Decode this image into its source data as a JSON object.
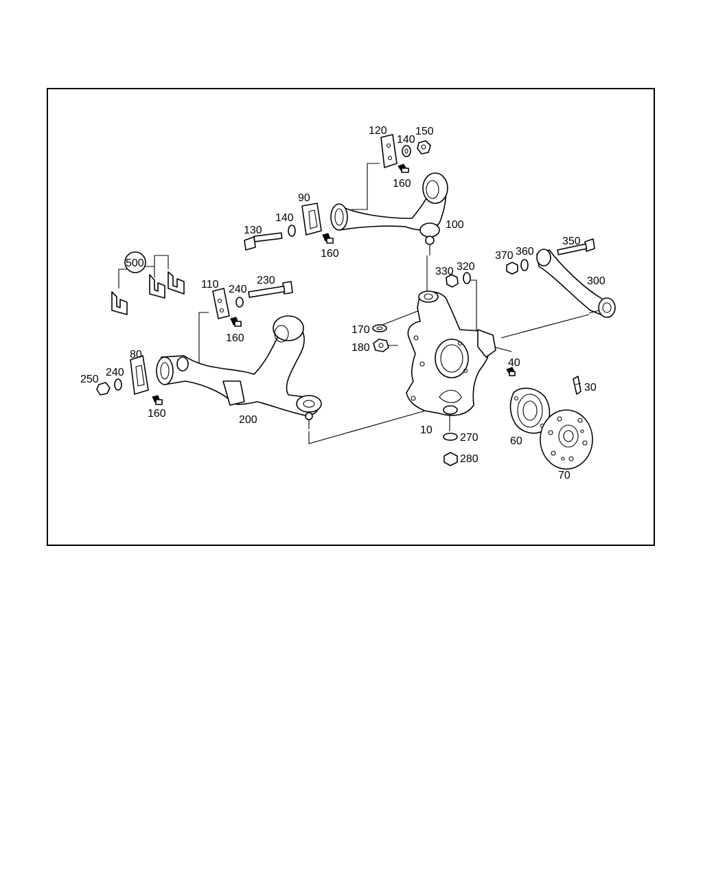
{
  "diagram": {
    "callouts": {
      "c10": "10",
      "c30": "30",
      "c40": "40",
      "c60": "60",
      "c70": "70",
      "c80": "80",
      "c90": "90",
      "c100": "100",
      "c110": "110",
      "c120": "120",
      "c130": "130",
      "c140a": "140",
      "c140b": "140",
      "c150": "150",
      "c160a": "160",
      "c160b": "160",
      "c160c": "160",
      "c160d": "160",
      "c170": "170",
      "c180": "180",
      "c200": "200",
      "c230": "230",
      "c240a": "240",
      "c240b": "240",
      "c250": "250",
      "c270": "270",
      "c280": "280",
      "c300": "300",
      "c320": "320",
      "c330": "330",
      "c350": "350",
      "c360": "360",
      "c370": "370",
      "c500": "500"
    }
  }
}
